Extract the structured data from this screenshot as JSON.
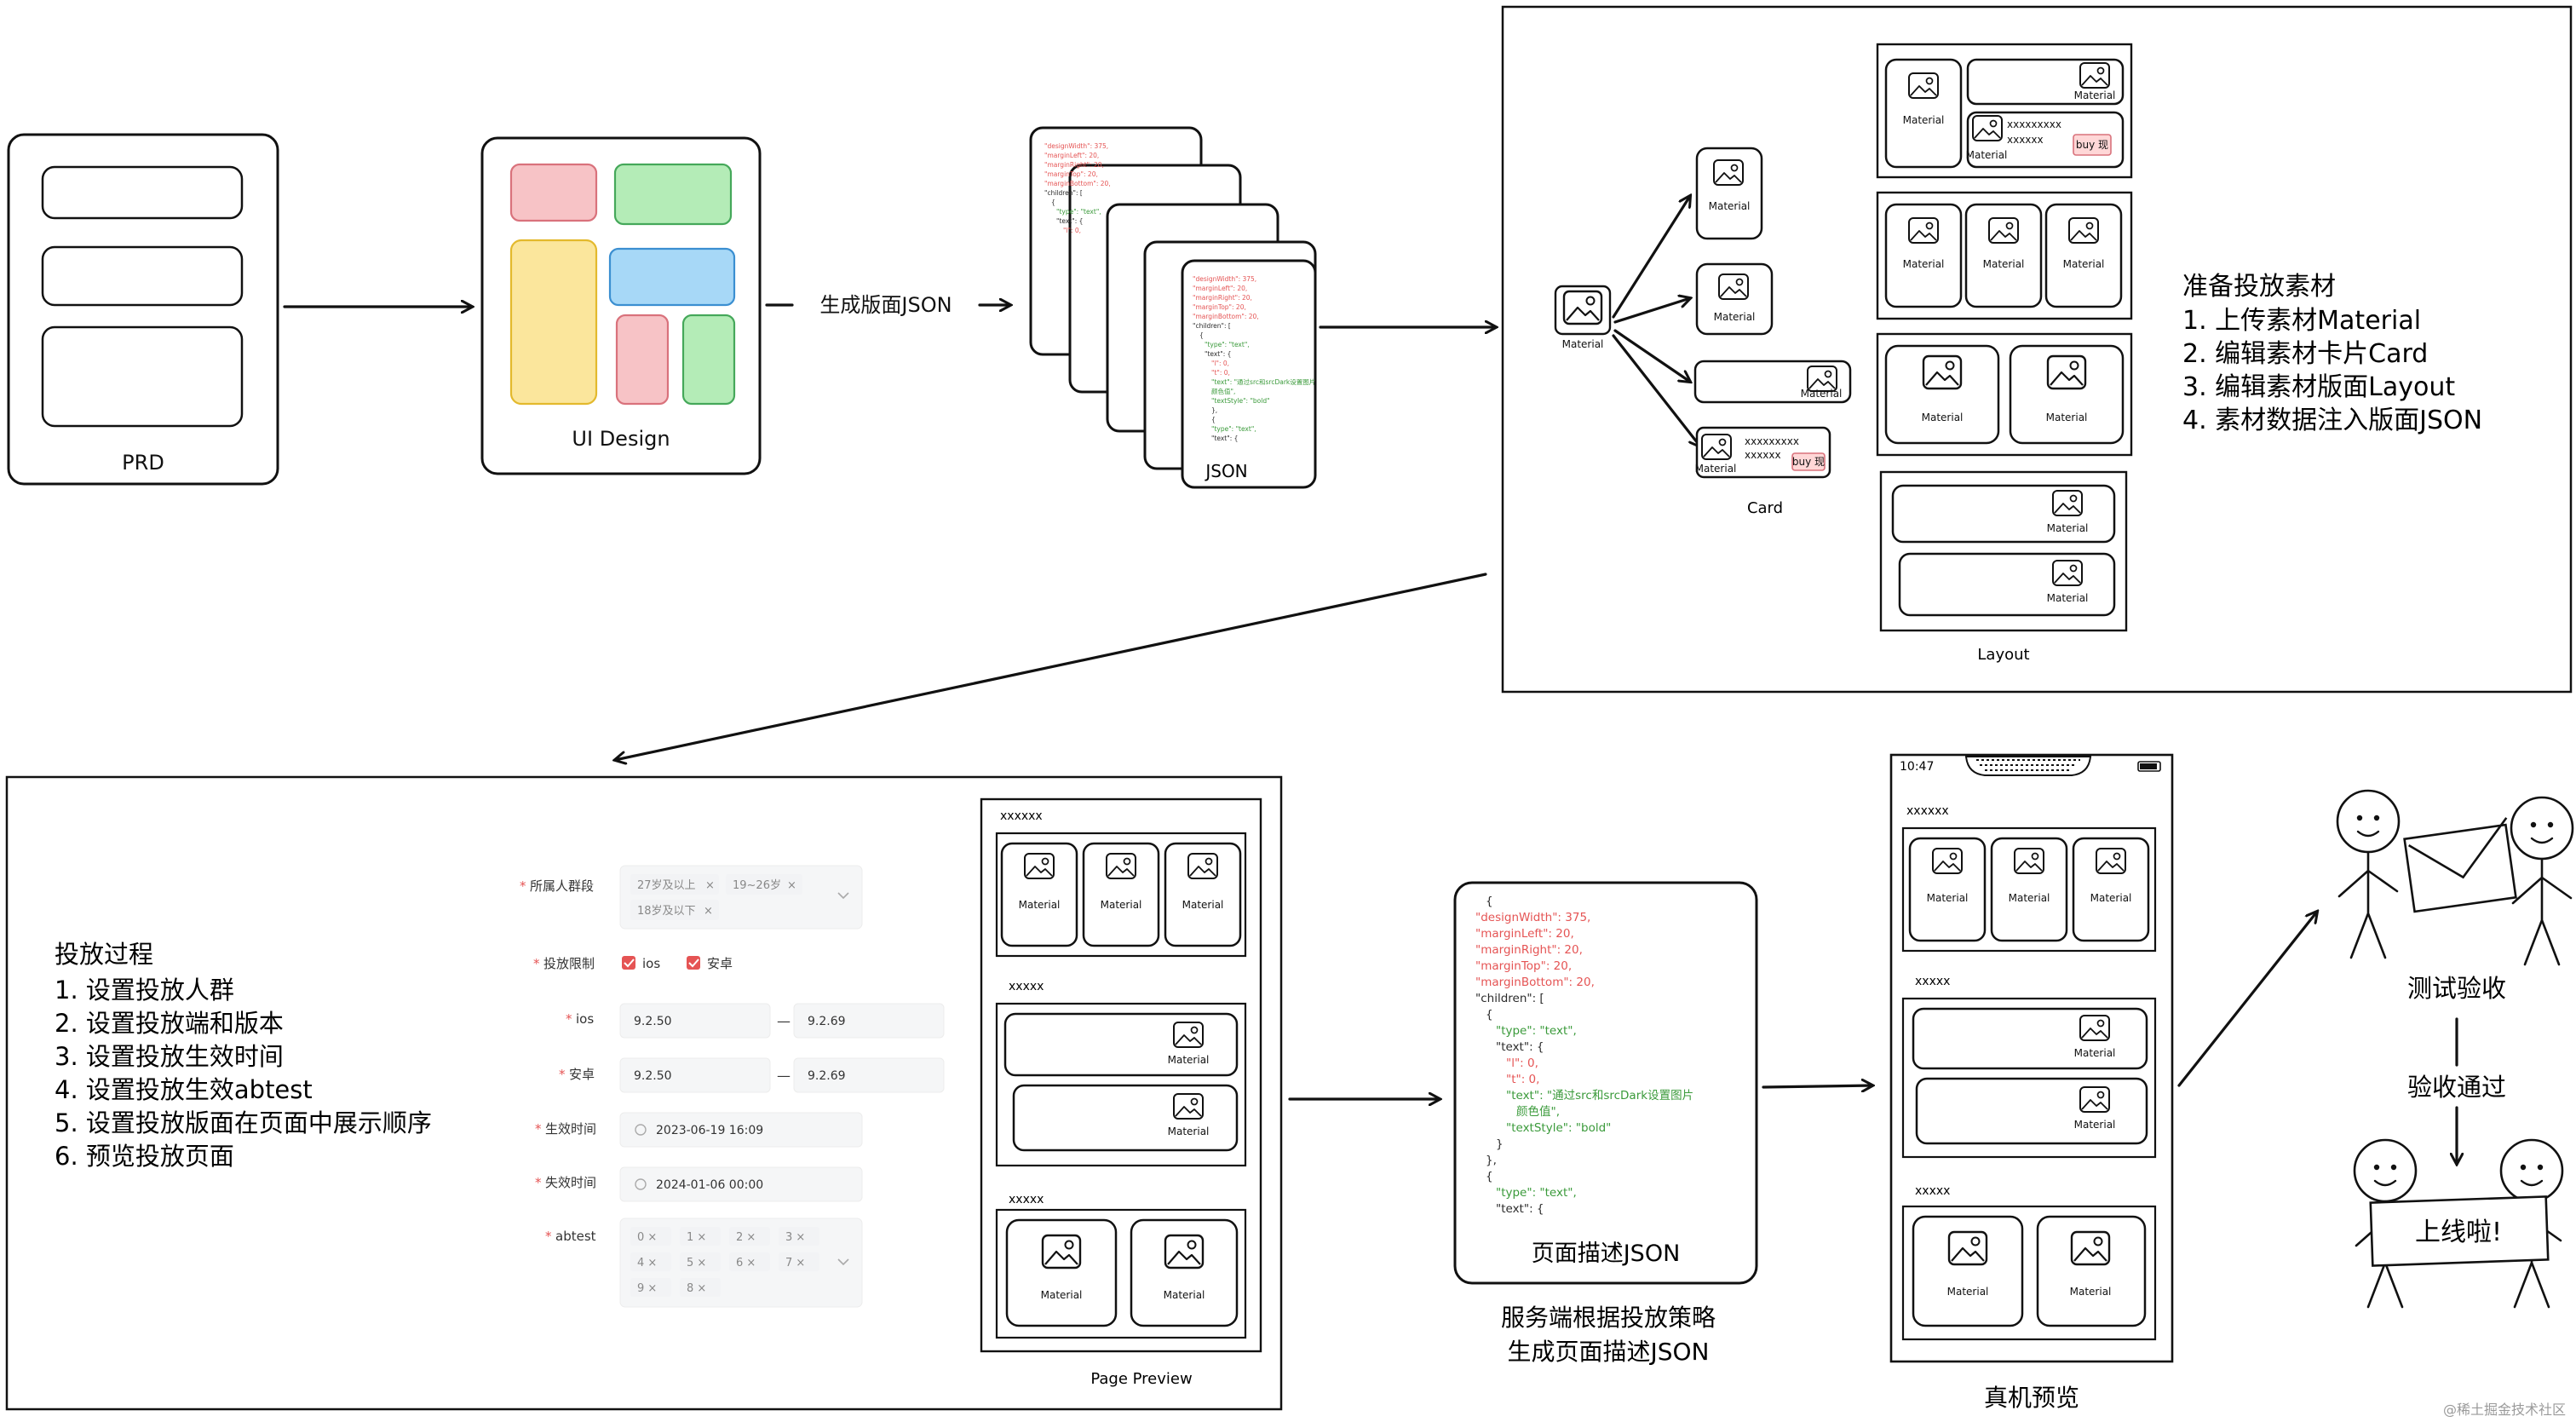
{
  "colors": {
    "red": "#f7c3c6",
    "red_border": "#d9727c",
    "green": "#b4ecb7",
    "green_border": "#45a85a",
    "yellow": "#fbe69c",
    "yellow_border": "#e3b92d",
    "blue": "#a7d8f7",
    "blue_border": "#3b8fd1",
    "check": "#e55454",
    "json_key": "#2b2b2b",
    "json_num": "#e55454",
    "json_str": "#3a9a3a",
    "badge": "#ffd7d7"
  },
  "prd": {
    "label": "PRD"
  },
  "ui_design": {
    "label": "UI Design"
  },
  "arrow1": {
    "label": "生成版面JSON"
  },
  "json_stack": {
    "label": "JSON",
    "lines": [
      "\"designWidth\": 375,",
      "\"marginLeft\": 20,",
      "\"marginRight\": 20,",
      "\"marginTop\": 20,",
      "\"marginBottom\": 20,",
      "\"children\": [",
      "{",
      "\"type\": \"text\",",
      "\"text\": {",
      "\"l\": 0,",
      "\"t\": 0,",
      "\"text\": \"通过src和srcDark设置图片",
      "颜色值\",",
      "\"textStyle\": \"bold\"",
      "},",
      "{",
      "\"type\": \"text\",",
      "\"text\": {"
    ]
  },
  "material": {
    "label": "Material"
  },
  "card": {
    "label": "Card",
    "xline": "xxxxxxxxx",
    "xshort": "xxxxxx",
    "badge": "buy 现"
  },
  "layout": {
    "label": "Layout"
  },
  "prepare": {
    "title": "准备投放素材",
    "steps": [
      "1.  上传素材Material",
      "2.  编辑素材卡片Card",
      "3.  编辑素材版面Layout",
      "4.  素材数据注入版面JSON"
    ]
  },
  "process": {
    "title": "投放过程",
    "steps": [
      "1.  设置投放人群",
      "2.  设置投放端和版本",
      "3.  设置投放生效时间",
      "4.  设置投放生效abtest",
      "5.  设置投放版面在页面中展示顺序",
      "6.  预览投放页面"
    ]
  },
  "form": {
    "crowd_label": "所属人群段",
    "crowd_tags": [
      "27岁及以上",
      "19~26岁",
      "18岁及以下"
    ],
    "platform_label": "投放限制",
    "platforms": [
      "ios",
      "安卓"
    ],
    "ios_label": "ios",
    "ios_min": "9.2.50",
    "ios_max": "9.2.69",
    "android_label": "安卓",
    "android_min": "9.2.50",
    "android_max": "9.2.69",
    "start_label": "生效时间",
    "start_value": "2023-06-19 16:09",
    "end_label": "失效时间",
    "end_value": "2024-01-06 00:00",
    "abtest_label": "abtest",
    "abtest_tags": [
      "0",
      "1",
      "2",
      "3",
      "4",
      "5",
      "6",
      "7",
      "9",
      "8"
    ]
  },
  "preview": {
    "label": "Page Preview",
    "section_titles": [
      "xxxxxx",
      "xxxxx",
      "xxxxx"
    ]
  },
  "page_json": {
    "label": "页面描述JSON",
    "lines": [
      "{",
      "\"designWidth\": 375,",
      "\"marginLeft\": 20,",
      "\"marginRight\": 20,",
      "\"marginTop\": 20,",
      "\"marginBottom\": 20,",
      "\"children\": [",
      "{",
      "\"type\": \"text\",",
      "\"text\": {",
      "\"l\": 0,",
      "\"t\": 0,",
      "\"text\": \"通过src和srcDark设置图片",
      "颜色值\",",
      "\"textStyle\": \"bold\"",
      "}",
      "},",
      "{",
      "\"type\": \"text\",",
      "\"text\": {"
    ]
  },
  "server_caption": [
    "服务端根据投放策略",
    "生成页面描述JSON"
  ],
  "phone": {
    "time": "10:47",
    "label": "真机预览",
    "section_titles": [
      "xxxxxx",
      "xxxxx",
      "xxxxx"
    ]
  },
  "test": {
    "label": "测试验收",
    "pass": "验收通过",
    "sign": "上线啦!"
  },
  "watermark": "@稀土掘金技术社区"
}
